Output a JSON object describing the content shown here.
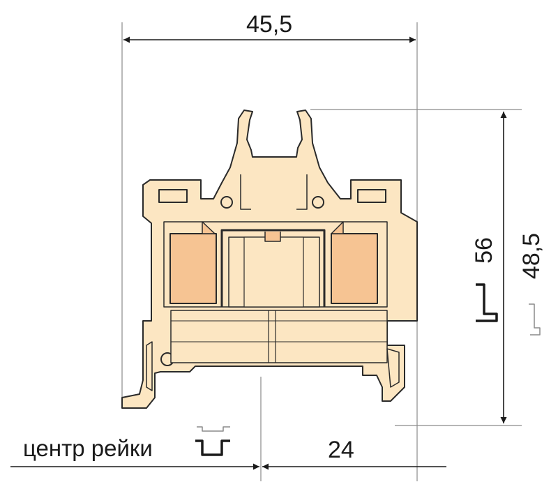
{
  "dimensions": {
    "overall_width": "45,5",
    "height_top_rail": "56",
    "height_bottom_rail": "48,5",
    "rail_center_offset": "24"
  },
  "labels": {
    "rail_center": "центр рейки"
  },
  "colors": {
    "body": "#fce6c2",
    "clamp": "#f6c493",
    "outline": "#2a2a2a",
    "dimension_line": "#1a1a1a",
    "extension_line": "#8a8a8a"
  }
}
